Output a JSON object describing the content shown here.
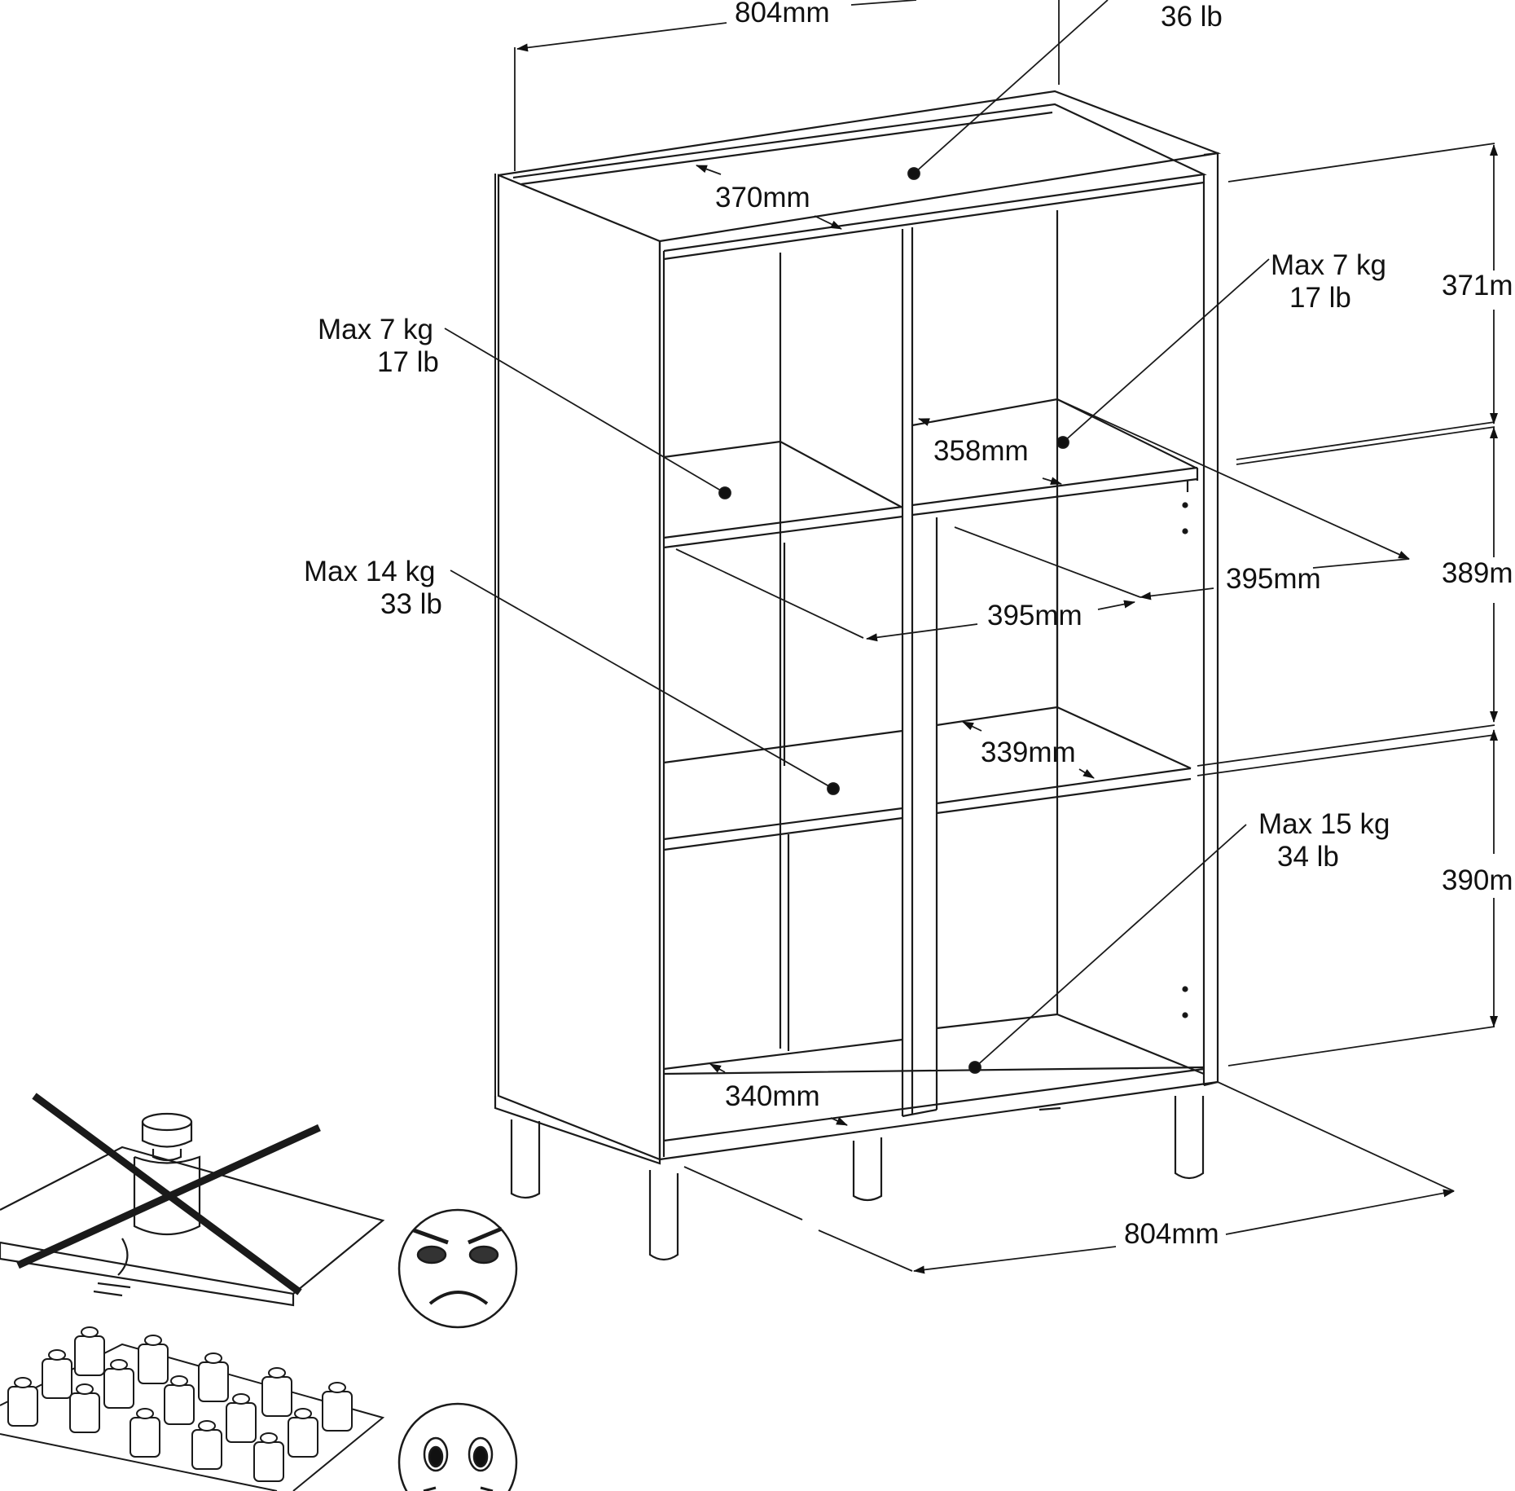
{
  "dimensions": {
    "top_width": "804mm",
    "top_depth": "370mm",
    "shelf_depth_upper": "358mm",
    "shelf_width_right": "395mm",
    "shelf_width_center": "395mm",
    "shelf_depth_middle": "339mm",
    "bottom_depth": "340mm",
    "bottom_width": "804mm",
    "height_top_compartment": "371m",
    "height_middle_compartment": "389m",
    "height_bottom_compartment": "390m"
  },
  "loads": {
    "top": {
      "line2": "36 lb"
    },
    "upper_right": {
      "line1": "Max 7 kg",
      "line2": "17 lb"
    },
    "upper_left": {
      "line1": "Max 7 kg",
      "line2": "17 lb"
    },
    "middle_left": {
      "line1": "Max 14 kg",
      "line2": "33 lb"
    },
    "bottom_right": {
      "line1": "Max 15 kg",
      "line2": "34 lb"
    }
  },
  "icons": {
    "uneven_load": "crossed-out-single-weight-icon",
    "even_load": "distributed-weights-icon",
    "angry_face": "angry-face-icon",
    "worried_face": "worried-face-icon"
  }
}
